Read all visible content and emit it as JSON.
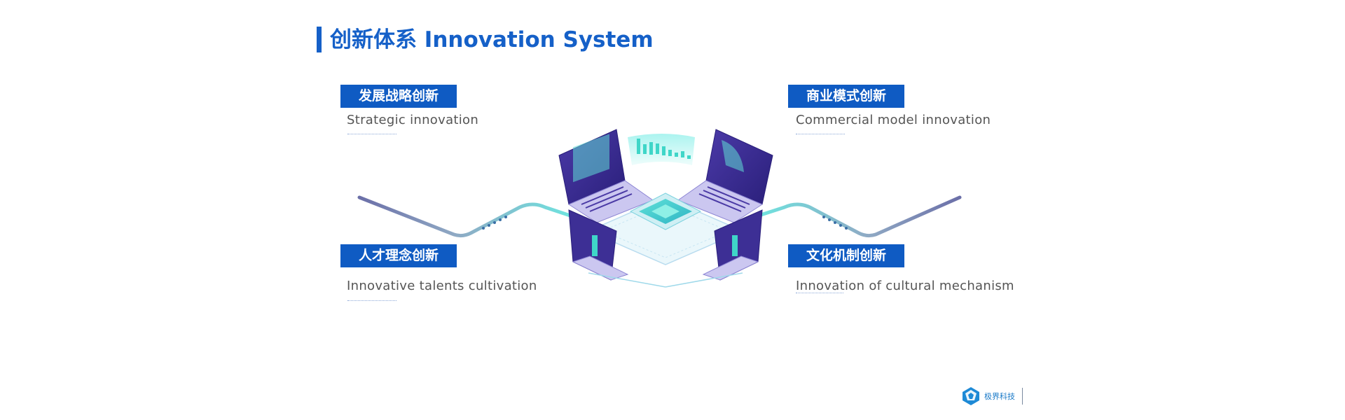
{
  "title": "创新体系 Innovation System",
  "items": [
    {
      "label": "发展战略创新",
      "subtitle": "Strategic innovation"
    },
    {
      "label": "商业模式创新",
      "subtitle": "Commercial model innovation"
    },
    {
      "label": "人才理念创新",
      "subtitle": "Innovative talents cultivation"
    },
    {
      "label": "文化机制创新",
      "subtitle": "Innovation of cultural mechanism"
    }
  ],
  "logo": {
    "text": "极界科技",
    "icon": "polyhedron-logo-icon"
  },
  "colors": {
    "accent": "#1560c8",
    "label_bg": "#0f5bc3",
    "cyan": "#3fd6d0",
    "purple": "#5a4fb8"
  }
}
